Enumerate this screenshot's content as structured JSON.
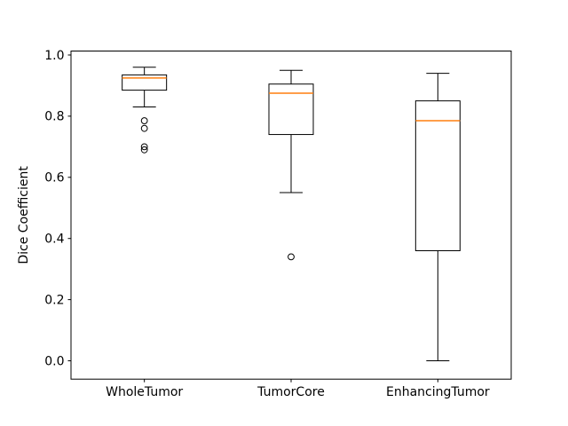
{
  "figure": {
    "background": "#ffffff"
  },
  "chart_data": {
    "type": "boxplot",
    "title": "",
    "xlabel": "",
    "ylabel": "Dice Coefficient",
    "categories": [
      "WholeTumor",
      "TumorCore",
      "EnhancingTumor"
    ],
    "yticks": [
      0.0,
      0.2,
      0.4,
      0.6,
      0.8,
      1.0
    ],
    "ytick_labels": [
      "0.0",
      "0.2",
      "0.4",
      "0.6",
      "0.8",
      "1.0"
    ],
    "ylim": [
      -0.06,
      1.013
    ],
    "grid": false,
    "legend": null,
    "series": [
      {
        "label": "WholeTumor",
        "whisker_low": 0.83,
        "q1": 0.885,
        "median": 0.925,
        "q3": 0.935,
        "whisker_high": 0.96,
        "outliers": [
          0.785,
          0.76,
          0.7,
          0.69
        ]
      },
      {
        "label": "TumorCore",
        "whisker_low": 0.55,
        "q1": 0.74,
        "median": 0.875,
        "q3": 0.905,
        "whisker_high": 0.95,
        "outliers": [
          0.34
        ]
      },
      {
        "label": "EnhancingTumor",
        "whisker_low": 0.0,
        "q1": 0.36,
        "median": 0.785,
        "q3": 0.85,
        "whisker_high": 0.94,
        "outliers": []
      }
    ],
    "colors": {
      "box_edge": "#000000",
      "whisker": "#000000",
      "median": "#ff7f0e",
      "outlier_edge": "#000000",
      "axes_edge": "#000000",
      "background": "#ffffff"
    }
  }
}
